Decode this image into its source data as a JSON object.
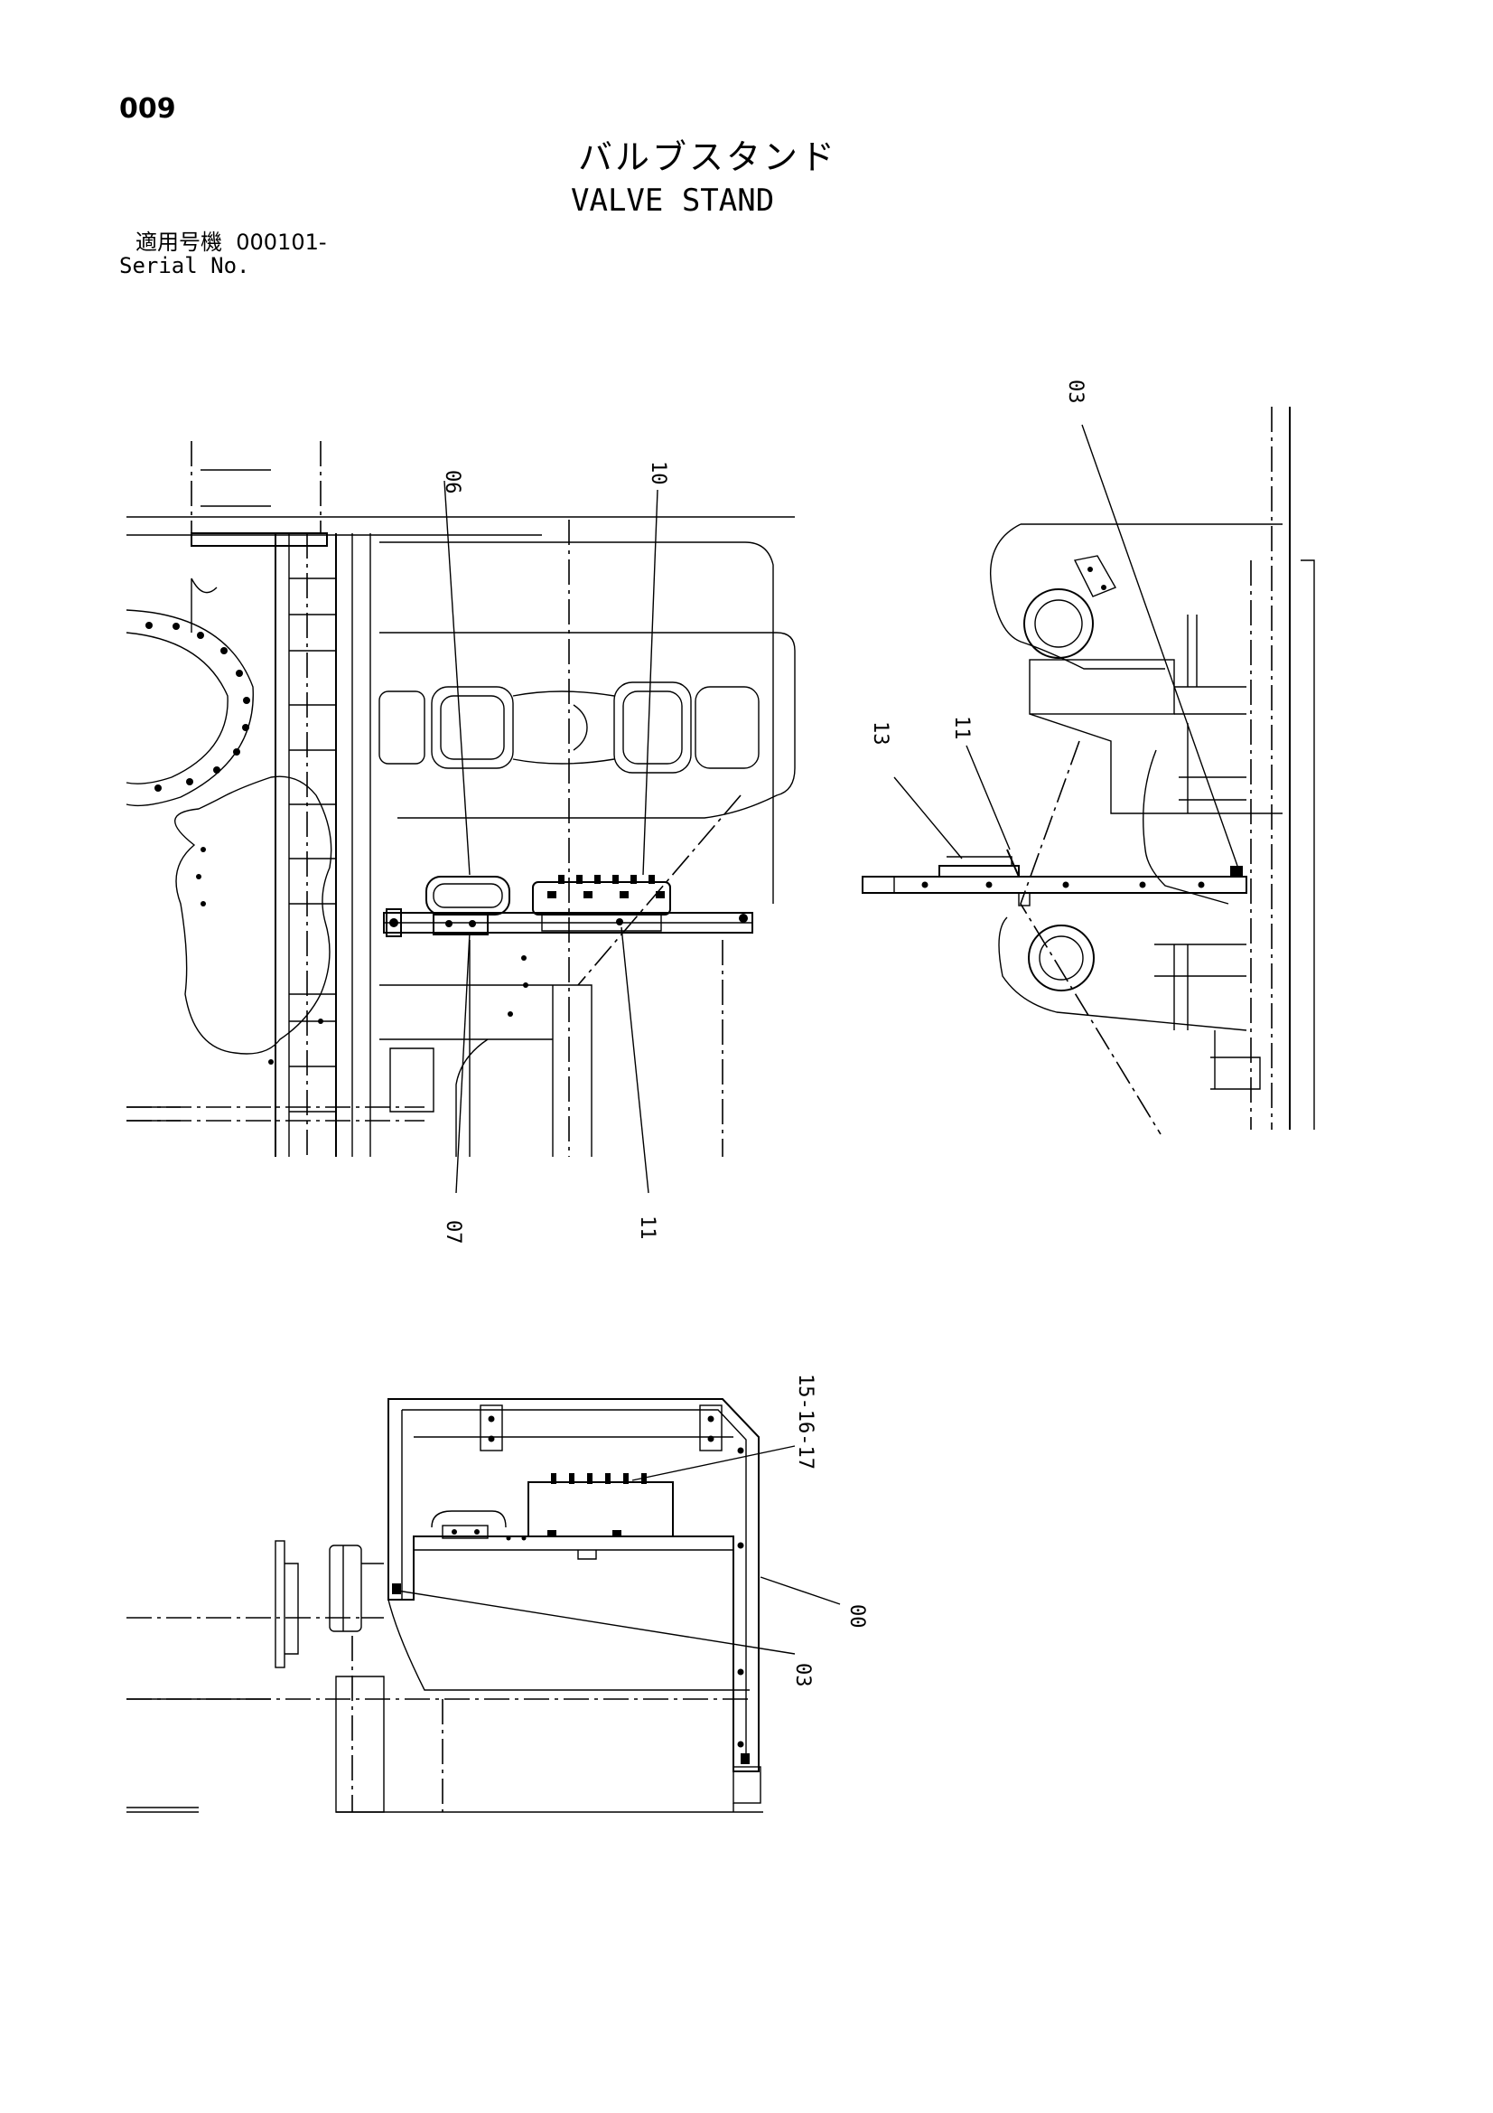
{
  "header": {
    "page_number": "009",
    "title_jp": "バルブスタンド",
    "title_en": "VALVE STAND",
    "serial_label_jp": "適用号機",
    "serial_value": "000101-",
    "serial_label_en": "Serial No."
  },
  "callouts": {
    "view_a": {
      "c1": "06",
      "c2": "10",
      "c3": "07",
      "c4": "11"
    },
    "view_b": {
      "c1": "03",
      "c2": "13",
      "c3": "11"
    },
    "view_c": {
      "c1": "15-16-17",
      "c2": "00",
      "c3": "03"
    }
  }
}
